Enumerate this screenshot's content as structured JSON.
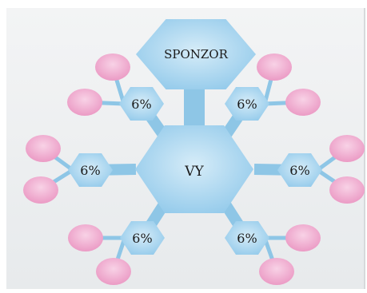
{
  "diagram": {
    "sponsor_label": "SPONZOR",
    "center_label": "VY",
    "branches": [
      {
        "id": "top-left",
        "label": "6%"
      },
      {
        "id": "top-right",
        "label": "6%"
      },
      {
        "id": "middle-left",
        "label": "6%"
      },
      {
        "id": "middle-right",
        "label": "6%"
      },
      {
        "id": "bottom-left",
        "label": "6%"
      },
      {
        "id": "bottom-right",
        "label": "6%"
      }
    ],
    "colors": {
      "hex_fill": "#9fd0ec",
      "hex_light": "#d6ecf8",
      "connector": "#8ec6e6",
      "circle_fill": "#eea0c8",
      "circle_light": "#f8d2e6",
      "background": "#eef0f2"
    }
  }
}
